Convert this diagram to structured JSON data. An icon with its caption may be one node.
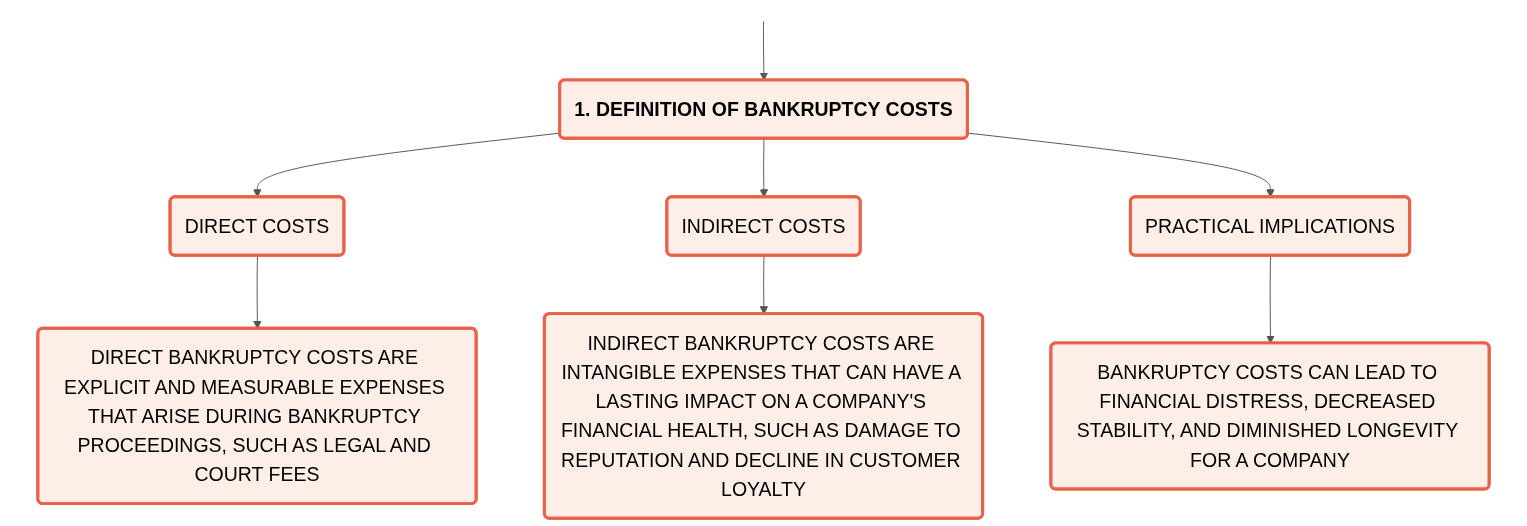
{
  "diagram": {
    "nodes": [
      {
        "text": [
          "1. DEFINITION OF BANKRUPTCY COSTS"
        ]
      },
      {
        "text": [
          "DIRECT COSTS"
        ]
      },
      {
        "text": [
          "INDIRECT COSTS"
        ]
      },
      {
        "text": [
          "PRACTICAL IMPLICATIONS"
        ]
      },
      {
        "text": [
          "DIRECT BANKRUPTCY COSTS ARE EXPLICIT AND MEASURABLE EXPENSES THAT ARISE DURING BANKRUPTCY PROCEEDINGS, SUCH AS LEGAL AND COURT FEES"
        ]
      },
      {
        "text": [
          "INDIRECT BANKRUPTCY COSTS ARE INTANGIBLE EXPENSES THAT CAN HAVE A LASTING IMPACT ON A COMPANY'S FINANCIAL HEALTH, SUCH AS DAMAGE TO REPUTATION AND DECLINE IN CUSTOMER LOYALTY"
        ]
      },
      {
        "text": [
          "BANKRUPTCY COSTS CAN LEAD TO FINANCIAL DISTRESS, DECREASED STABILITY, AND DIMINISHED LONGEVITY FOR A COMPANY"
        ]
      }
    ],
    "edges": [
      {
        "from": null,
        "to": 0,
        "arrow": "to"
      },
      {
        "from": 0,
        "to": 1,
        "arrow": "to"
      },
      {
        "from": 0,
        "to": 2,
        "arrow": "to"
      },
      {
        "from": 0,
        "to": 3,
        "arrow": "to"
      },
      {
        "from": 1,
        "to": 4,
        "arrow": "to"
      },
      {
        "from": 2,
        "to": 5,
        "arrow": "to"
      },
      {
        "from": 3,
        "to": 6,
        "arrow": "to"
      }
    ]
  }
}
